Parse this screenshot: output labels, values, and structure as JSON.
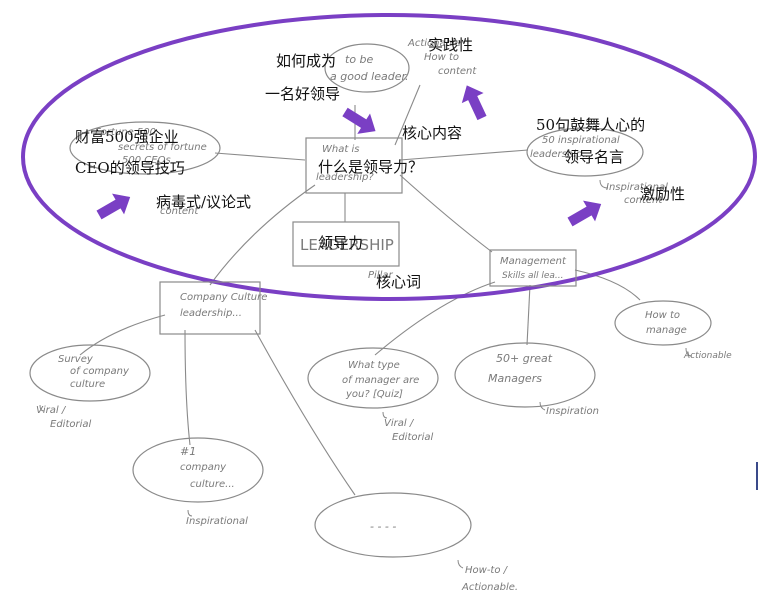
{
  "annotations_cn": {
    "how_to_line1": "如何成为",
    "how_to_line2": "一名好领导",
    "practical": "实践性",
    "core_content": "核心内容",
    "quotes_line1": "50句鼓舞人心的",
    "quotes_line2": "领导名言",
    "fortune_line1": "财富500强企业",
    "fortune_line2": "CEO的领导技巧",
    "what_is": "什么是领导力？",
    "viral": "病毒式/议论式",
    "inspiring": "激励性",
    "leadership": "领导力",
    "keyword": "核心词"
  },
  "sketch": {
    "good_leader": [
      "to be",
      "a good leader."
    ],
    "actionable_top": [
      "Actionable",
      "How to",
      "content"
    ],
    "inspirational_quotes": [
      "50 inspirational",
      "leadership..."
    ],
    "inspirational_top": [
      "Inspirational",
      "content"
    ],
    "fortune": [
      "Fortune 500",
      "secrets of fortune",
      "500 CEOs"
    ],
    "viral_content": "content",
    "what_is": [
      "What is",
      "leadership?"
    ],
    "center_word": "LEADERSHIP",
    "pillar": "Pillar",
    "management": [
      "Management",
      "Skills all lea..."
    ],
    "company_culture": [
      "Company Culture",
      "leadership..."
    ],
    "how_to_manage": [
      "How to",
      "manage"
    ],
    "actionable_right": "Actionable",
    "survey": [
      "Survey",
      "of company",
      "culture"
    ],
    "viral_editorial_left": [
      "Viral /",
      "Editorial"
    ],
    "what_type": [
      "What type",
      "of manager are",
      "you? [Quiz]"
    ],
    "viral_editorial_mid": [
      "Viral /",
      "Editorial"
    ],
    "fifty_great": [
      "50+ great",
      "Managers"
    ],
    "inspiration": "Inspiration",
    "hash_culture": [
      "#1",
      "company",
      "culture..."
    ],
    "inspirational_bottom": "Inspirational",
    "dots": "- - - -",
    "howto_actionable": [
      "How-to /",
      "Actionable."
    ]
  },
  "colors": {
    "accent": "#7a3fc4",
    "sketch": "#8a8a8a"
  }
}
